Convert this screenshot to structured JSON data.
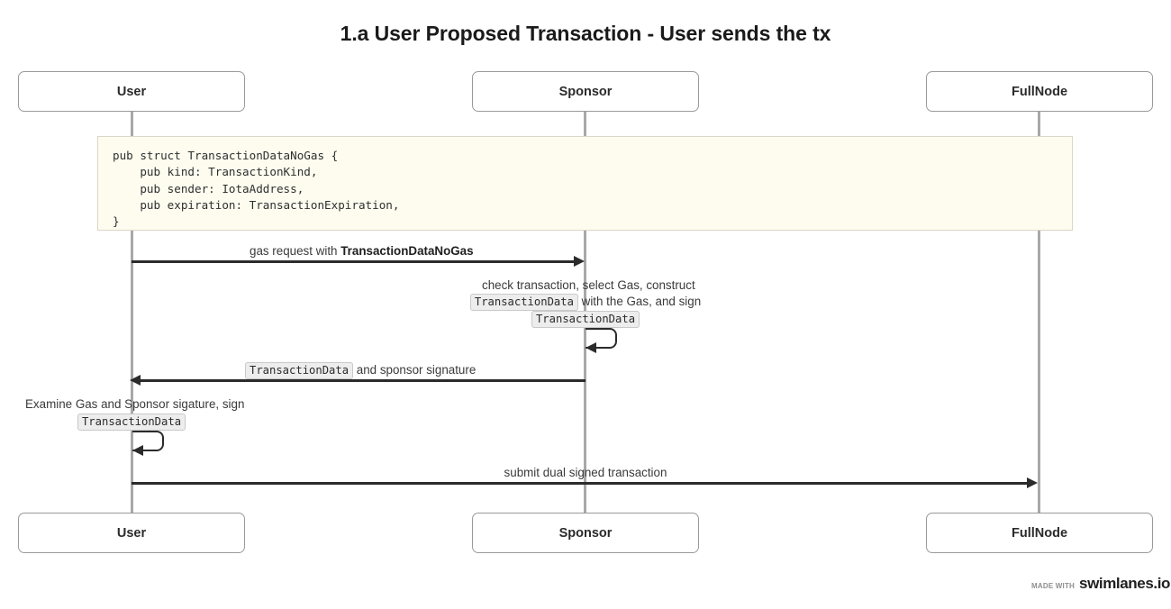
{
  "title": "1.a User Proposed Transaction - User sends the tx",
  "participants": [
    {
      "name": "User",
      "label": "User"
    },
    {
      "name": "Sponsor",
      "label": "Sponsor"
    },
    {
      "name": "FullNode",
      "label": "FullNode"
    }
  ],
  "note": {
    "code": "pub struct TransactionDataNoGas {\n    pub kind: TransactionKind,\n    pub sender: IotaAddress,\n    pub expiration: TransactionExpiration,\n}",
    "background_color": "#fdfcef",
    "border_color": "#d9d7c5"
  },
  "messages": [
    {
      "id": "gas-request",
      "from": "User",
      "to": "Sponsor",
      "direction": "right",
      "label_plain": "gas request with ",
      "label_bold": "TransactionDataNoGas"
    },
    {
      "id": "sponsor-self-check",
      "from": "Sponsor",
      "to": "Sponsor",
      "direction": "self",
      "line1": "check transaction, select Gas, construct",
      "line2_chip": "TransactionData",
      "line2_text": " with the Gas, and sign",
      "line3_chip": "TransactionData"
    },
    {
      "id": "return-transaction-data",
      "from": "Sponsor",
      "to": "User",
      "direction": "left",
      "label_chip": "TransactionData",
      "label_text": " and sponsor signature"
    },
    {
      "id": "user-self-examine",
      "from": "User",
      "to": "User",
      "direction": "self",
      "line1": "Examine Gas and Sponsor sigature, sign",
      "line2_chip": "TransactionData"
    },
    {
      "id": "submit-dual-signed",
      "from": "User",
      "to": "FullNode",
      "direction": "right",
      "label_plain": "submit dual signed transaction"
    }
  ],
  "footer": {
    "made_with": "MADE WITH",
    "brand": "swimlanes.io"
  },
  "colors": {
    "lifeline": "#a8a8a8",
    "box_border": "#9a9a9a",
    "arrow": "#2b2b2b",
    "text": "#3a3a3a",
    "chip_bg": "#ededed"
  }
}
